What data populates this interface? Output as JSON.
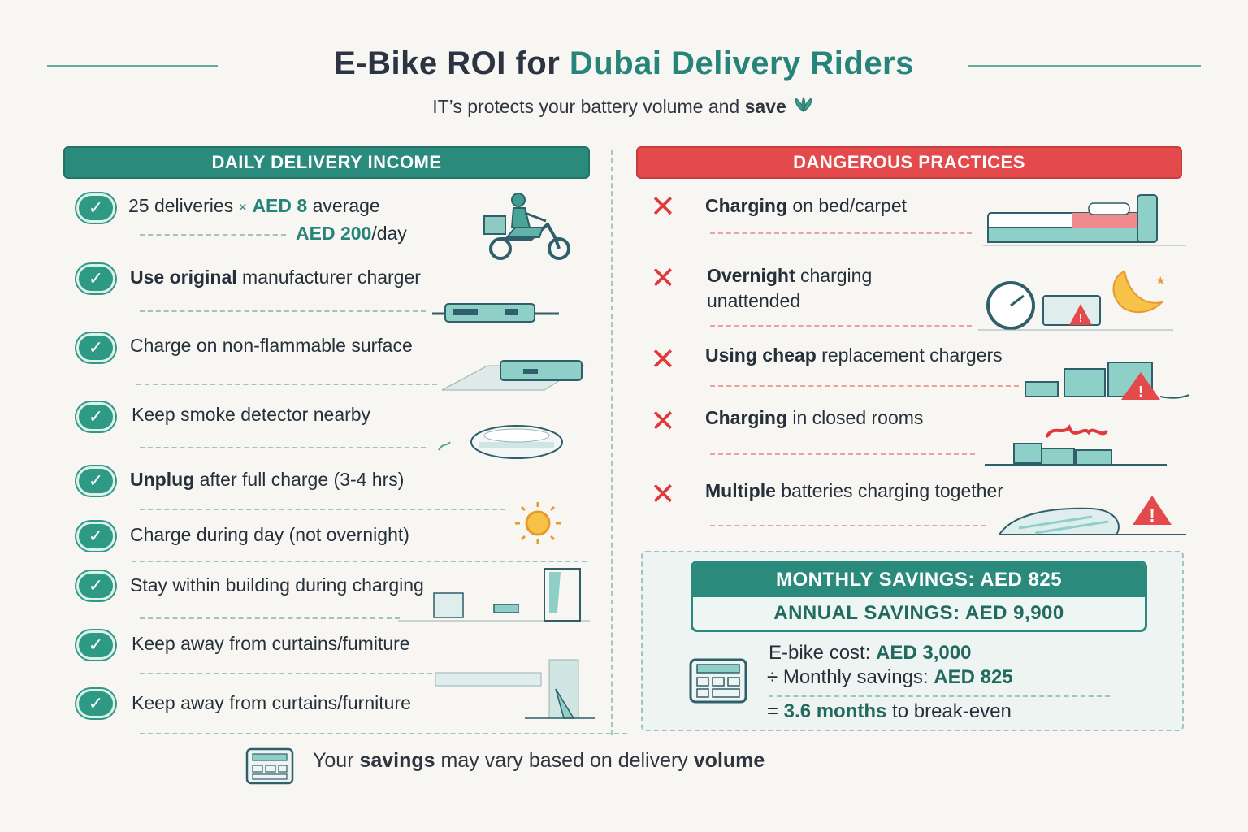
{
  "title": {
    "part1": "E-Bike ROI for ",
    "part2": "Dubai Delivery Riders"
  },
  "subtitle": {
    "text": "IT’s protects your battery volume and ",
    "bold": "save"
  },
  "left": {
    "heading": "DAILY DELIVERY INCOME",
    "income": {
      "line1_a": "25 deliveries ",
      "times": "×",
      "line1_b": "AED 8",
      "line1_c": " average",
      "line2": "AED 200",
      "line2_suffix": "/day"
    },
    "items": [
      {
        "bold": "Use original",
        "rest": " manufacturer charger"
      },
      {
        "bold": "",
        "rest": "Charge on non-flammable surface"
      },
      {
        "bold": "",
        "rest": "Keep smoke detector nearby"
      },
      {
        "bold": "Unplug",
        "rest": " after full charge (3-4 hrs)"
      },
      {
        "bold": "",
        "rest": "Charge during day (not overnight)"
      },
      {
        "bold": "",
        "rest": "Stay within building during charging"
      },
      {
        "bold": "",
        "rest": "Keep away from curtains/fumiture"
      },
      {
        "bold": "",
        "rest": "Keep away from curtains/furniture"
      }
    ]
  },
  "right": {
    "heading": "DANGEROUS PRACTICES",
    "items": [
      {
        "bold": "Charging",
        "rest": " on bed/carpet",
        "line2": ""
      },
      {
        "bold": "Overnight",
        "rest": " charging",
        "line2": "unattended"
      },
      {
        "bold": "Using cheap",
        "rest": " replacement chargers",
        "line2": ""
      },
      {
        "bold": "Charging",
        "rest": " in closed rooms",
        "line2": ""
      },
      {
        "bold": "Multiple",
        "rest": " batteries charging together",
        "line2": ""
      }
    ]
  },
  "savings": {
    "monthly": "MONTHLY SAVINGS: AED 825",
    "annual": "ANNUAL SAVINGS: AED 9,900",
    "cost_label": "E-bike cost: ",
    "cost_value": "AED 3,000",
    "div_symbol": "÷",
    "monthly_label": " Monthly savings: ",
    "monthly_value": "AED 825",
    "eq_symbol": "=",
    "breakeven": " 3.6 months",
    "breakeven_rest": " to break-even"
  },
  "footer": {
    "a": "Your ",
    "b": "savings",
    "c": " may vary based on delivery ",
    "d": "volume"
  },
  "colors": {
    "teal": "#2a8a7c",
    "red": "#e44a4c",
    "background": "#f7f6f3"
  },
  "icons": [
    "check-icon",
    "x-icon",
    "rider-icon",
    "charger-icon",
    "smoke-detector-icon",
    "sun-icon",
    "bed-icon",
    "clock-icon",
    "moon-icon",
    "warning-icon",
    "calculator-icon",
    "leaf-icon"
  ]
}
